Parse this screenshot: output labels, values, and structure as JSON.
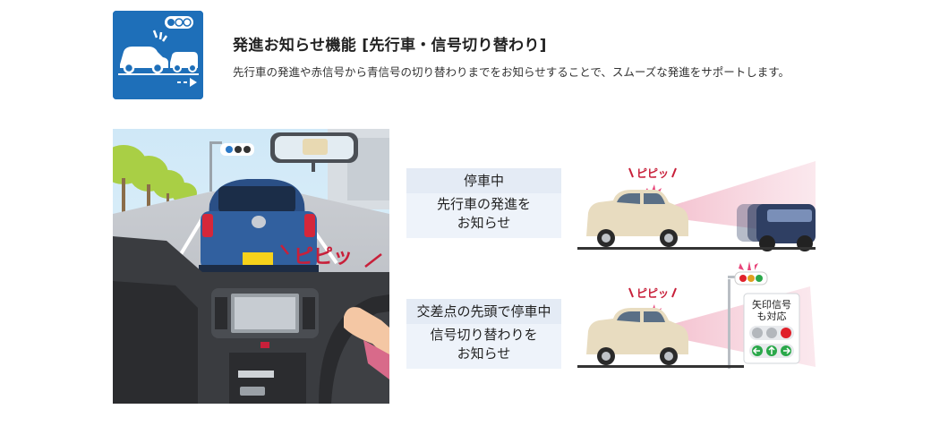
{
  "header": {
    "title": "発進お知らせ機能 [先行車・信号切り替わり]",
    "subtitle": "先行車の発進や赤信号から青信号の切り替わりまでをお知らせすることで、スムーズな発進をサポートします。"
  },
  "illustration": {
    "beep_text": "ピピッ"
  },
  "scenarios": [
    {
      "label": "停車中",
      "desc_lines": [
        "先行車の発進を",
        "お知らせ"
      ]
    },
    {
      "label": "交差点の先頭で停車中",
      "desc_lines": [
        "信号切り替わりを",
        "お知らせ"
      ]
    }
  ],
  "scene_labels": {
    "beep": "ピピッ",
    "arrow_signal_line1": "矢印信号",
    "arrow_signal_line2": "も対応"
  },
  "colors": {
    "brand_blue": "#1e6fb9",
    "box_bg": "#eef3fa",
    "beep_red": "#c8203a",
    "signal_red": "#e0202a",
    "signal_green": "#2aa84a"
  }
}
